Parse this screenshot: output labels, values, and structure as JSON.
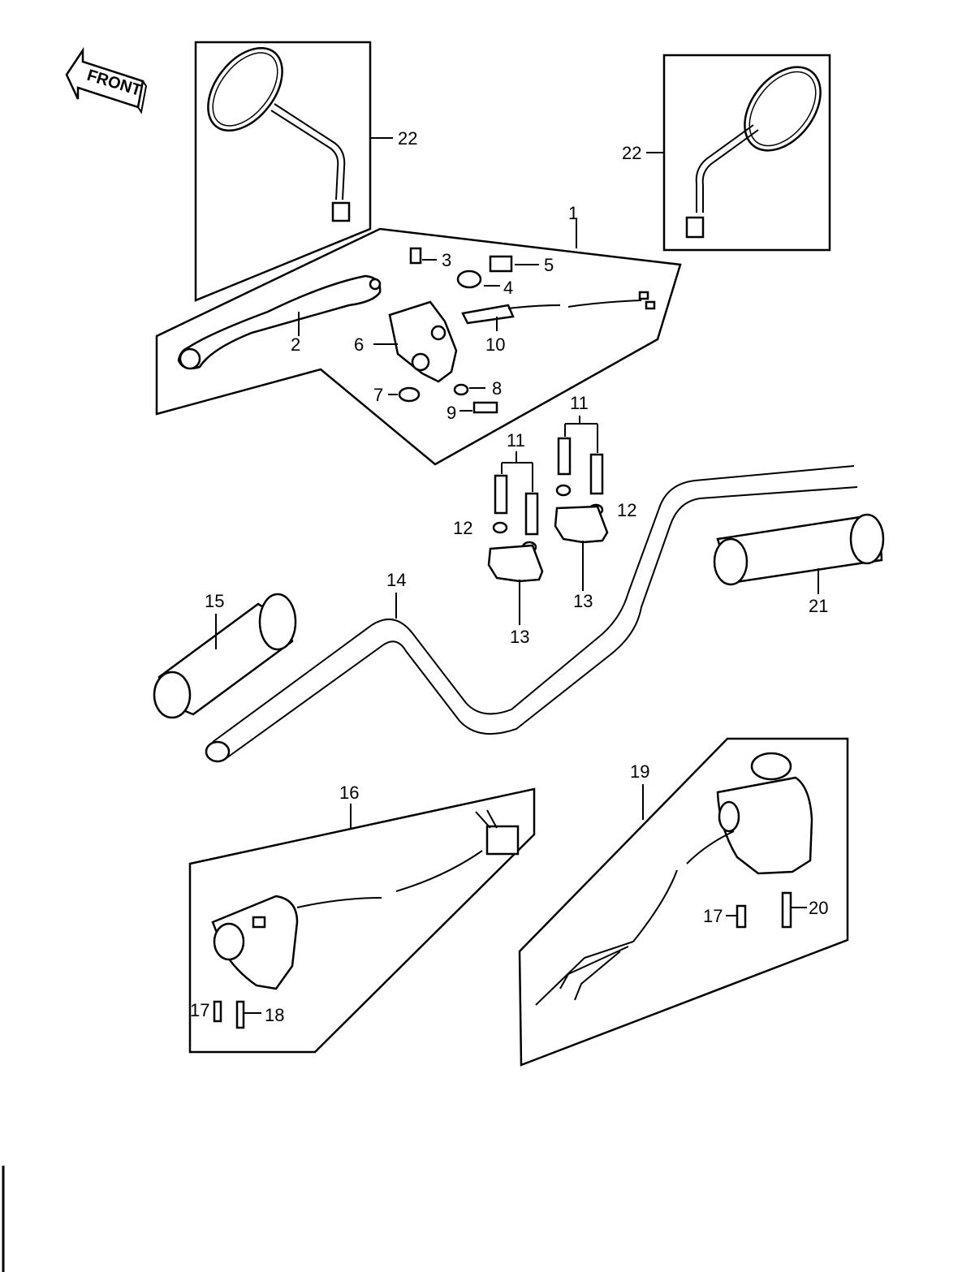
{
  "front_arrow": {
    "text": "FRONT",
    "icon": "front-direction-arrow-icon"
  },
  "callouts": {
    "c1": "1",
    "c2": "2",
    "c3": "3",
    "c4": "4",
    "c5": "5",
    "c6": "6",
    "c7": "7",
    "c8": "8",
    "c9": "9",
    "c10": "10",
    "c11a": "11",
    "c11b": "11",
    "c12a": "12",
    "c12b": "12",
    "c13a": "13",
    "c13b": "13",
    "c14": "14",
    "c15": "15",
    "c16": "16",
    "c17a": "17",
    "c17b": "17",
    "c18": "18",
    "c19": "19",
    "c20": "20",
    "c21": "21",
    "c22a": "22",
    "c22b": "22"
  },
  "colors": {
    "line": "#000000",
    "background": "#ffffff"
  }
}
